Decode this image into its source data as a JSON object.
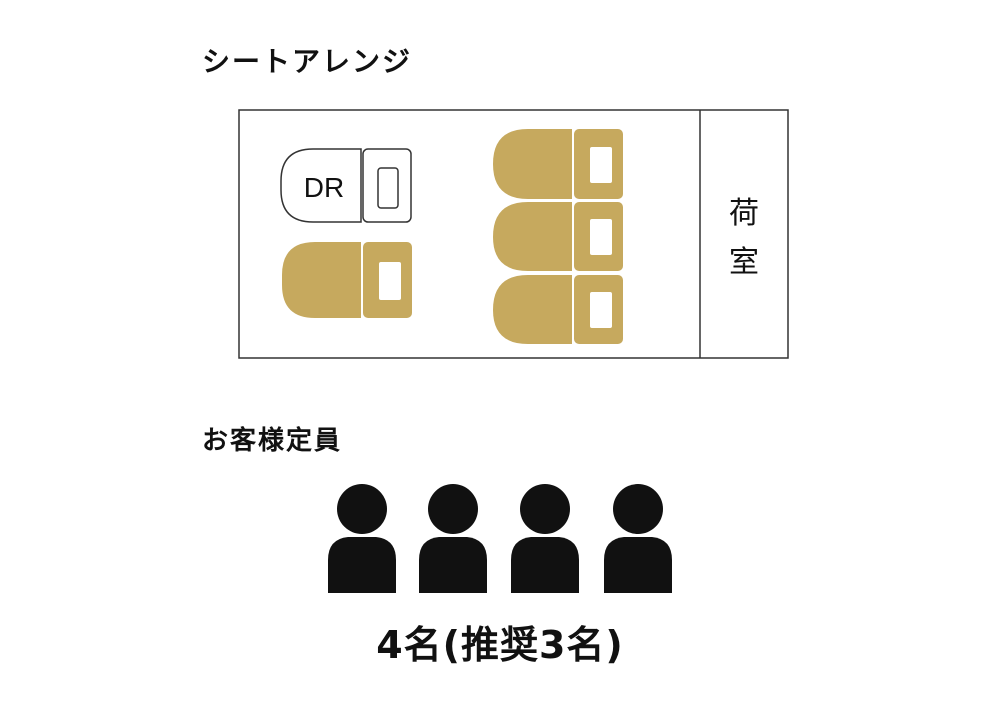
{
  "seat_arrange": {
    "title": "シートアレンジ",
    "driver_label": "DR",
    "luggage_label": "荷室",
    "seat_color": "#C6A95E",
    "driver_seat_color": "#FFFFFF"
  },
  "capacity": {
    "title": "お客様定員",
    "person_icon": "person-icon",
    "person_count": 4,
    "icon_color": "#111111",
    "text": "4名(推奨3名)"
  }
}
